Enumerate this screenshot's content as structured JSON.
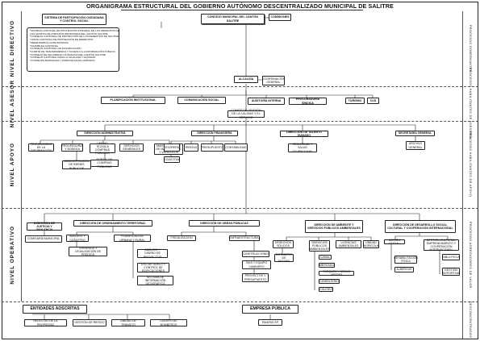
{
  "title": "ORGANIGRAMA ESTRUCTURAL DEL GOBIERNO AUTÓNOMO DESCENTRALIZADO MUNICIPAL DE SALITRE",
  "levels": {
    "directivo": "NIVEL DIRECTIVO",
    "asesor": "NIVEL ASESOR",
    "apoyo": "NIVEL APOYO",
    "operativo": "NIVEL OPERATIVO",
    "entidades": "ENTIDADES ADSCRITAS"
  },
  "right_labels": {
    "directivo": "PROCESOS GOBERNANTES",
    "asesor": "PROCESOS HABILITANTES DE ASESORÍA",
    "apoyo": "PROCESOS HABILITANTES DE APOYO",
    "operativo": "PROCESOS AGREGADORES DE VALOR",
    "entidades": "DESCONCENTRADOS"
  },
  "directivo": {
    "sistema_participacion": "SISTEMA DE PARTICIPACIÓN CIUDADANA Y CONTROL SOCIAL",
    "concejo": "CONCEJO MUNICIPAL DEL CANTÓN SALITRE",
    "comisiones": "COMISIONES",
    "sistema_list": [
      "*SISTEMA CANTONAL DE PROTECCIÓN INTEGRAL DE LOS DERECHOS DE",
      "LOS GRUPOS DE ATENCIÓN PRIORITARIA DEL CANTÓN SALITRE",
      "*CONSEJO CANTONAL DE PROTECCIÓN DE LOS DERECHOS DE SALITRE",
      "*JUNTA CANTONAL DE PROTECCIÓN DE DERECHOS",
      "*DEFENSORÍAS COMUNITARIAS",
      "*ASAMBLEA CANTONAL",
      "*CONSEJO CANTONAL DE PLANIFICACIÓN",
      "*COMITÉ DE TRANSPARENCIA Y ACCESO A LA INFORMACIÓN PÚBLICA",
      "*CONSEJO DE SEGURIDAD CIUDADANA DEL CANTÓN SALITRE",
      "*CONSEJO CANTONAL PARA LA IGUALDAD Y EQUIDAD",
      "*CONSEJOS BARRIALES Y PARROQUIALES URBANOS"
    ],
    "alcaldia": "ALCALDÍA",
    "coordinacion": "COORDINACIÓN GENERAL"
  },
  "asesor": {
    "planificacion": "PLANIFICACIÓN INSTITUCIONAL",
    "comunicacion": "COMUNICACIÓN SOCIAL",
    "auditoria": "AUDITORÍA INTERNA",
    "procuraduria": "PROCURADURÍA SÍNDICA",
    "turismo": "TURISMO",
    "cus": "CUS",
    "comite": "COMITÉ DE GESTIÓN DE LA CALIDAD Y EL SERVICIO"
  },
  "apoyo": {
    "administrativa": "DIRECCIÓN ADMINISTRATIVA",
    "tecnologias": "TECNOLOGÍAS DE LA INFORMACIÓN",
    "proveeduria": "PROVEEDURÍA Y BODEGA",
    "unidad_tecnica": "UNIDAD TÉCNICA COMPRAS PÚBLICAS",
    "servicios": "SERVICIOS GENERALES",
    "mantenimiento": "MANTENIMIENTO DE MAQUINARIAS Y VEHÍCULOS",
    "admin_bienes": "ADMINISTRACIÓN DE BIENES PÚBLICOS",
    "portal": "PORTAL DE COMPRAS PÚBLICAS",
    "financiera": "DIRECCIÓN FINANCIERA",
    "tesoreria": "TESORERÍA",
    "rentas": "RENTAS",
    "presupuesto": "PRESUPUESTO",
    "contabilidad": "CONTABILIDAD",
    "coactiva": "COACTIVA",
    "talento": "DIRECCIÓN DE TALENTO HUMANO",
    "seguridad": "SEGURIDAD Y SALUD OCUPACIONAL",
    "secretaria": "SECRETARÍA GENERAL",
    "archivo": "ARCHIVO GENERAL"
  },
  "operativo": {
    "justicia": "DIRECCIÓN DE JUSTICIA Y VIGILANCIA",
    "comisaria": "COMISARÍA MUNICIPAL",
    "ordenamiento": "DIRECCIÓN DE ORDENAMIENTO TERRITORIAL",
    "avaluos": "AVALÚOS Y CATASTRO",
    "planificacion_urbana": "PLANIFICACIÓN URBANA Y RURAL",
    "terrenos": "TERRENOS Y LEGALIZACIÓN DE PREDIOS",
    "analisis": "ANÁLISIS Y DISEÑO DE PROYECTOS",
    "uso_suelo": "USO DE SUELO Y CONTROL DE EDIFICACIONES",
    "sistema_info": "SISTEMA DE INFORMACIÓN GEOGRÁFICA",
    "obras": "DIRECCIÓN DE OBRAS PÚBLICAS",
    "fiscalizacion": "FISCALIZACIÓN",
    "infraestructura": "INFRAESTRUCTURA",
    "construcciones": "CONSTRUCCIONES",
    "vias": "VÍAS Y EQUIPO CAMINERO",
    "proyectos": "PROYECTOS Y PRESUPUESTO",
    "ambiente": "DIRECCIÓN DE AMBIENTE Y SERVICIOS PÚBLICOS AMBIENTALES",
    "desechos": "DESECHOS SÓLIDOS",
    "servicios_publicos": "SERVICIOS PÚBLICOS AMBIENTALES",
    "licencias": "LICENCIAS AMBIENTALES",
    "unidad_agricola": "UNIDAD AGRÍCOLA",
    "botadero": "BOTADERO DE BASURA",
    "camal": "CAMAL",
    "mercado": "MERCADO",
    "parques": "PARQUES Y ÁREAS VERDES",
    "cementerio": "CEMENTERIO",
    "coliseo": "COLISEO",
    "desarrollo": "DIRECCIÓN DE DESARROLLO SOCIAL, CULTURAL Y COOPERACIÓN INTERNACIONAL",
    "accion_social": "ACCIÓN SOCIAL",
    "gestion_cultura": "GESTIÓN CULTURAL, EMPRENDIMIENTO Y COOPERACIÓN INTERNACIONAL",
    "rehabilitacion": "REHABILITACIÓN FÍSICA",
    "albergue": "ALBERGUE",
    "biblioteca": "BIBLIOTECA",
    "gestion_deportiva": "GESTIÓN DEPORTIVA"
  },
  "entidades": {
    "title": "ENTIDADES ADSCRITAS",
    "registro": "REGISTRO DE LA PROPIEDAD",
    "gestion_riesgo": "GESTIÓN DE RIESGO",
    "transito": "UNIDAD DE TRÁNSITO",
    "bomberos": "CUERPO DE BOMBEROS",
    "empresa_title": "EMPRESA PÚBLICA",
    "emapas": "EMAPAS EP"
  }
}
